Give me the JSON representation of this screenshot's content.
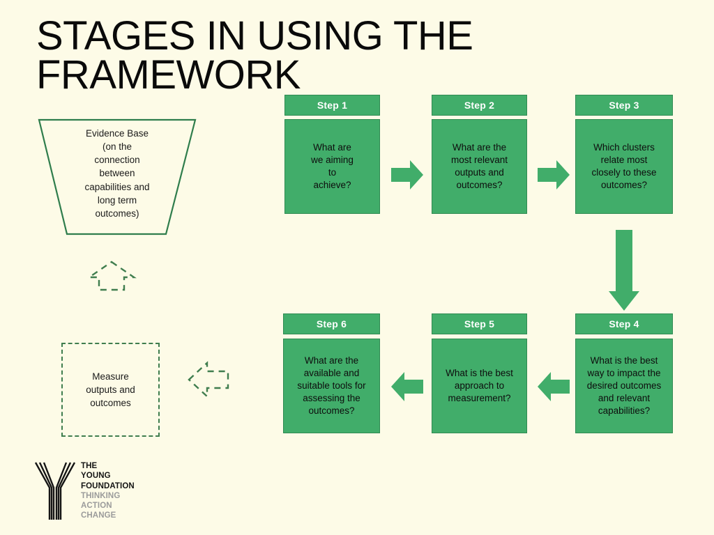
{
  "slide": {
    "title": "STAGES IN USING THE\nFRAMEWORK",
    "background_color": "#fdfbe7",
    "accent_green": "#41ad6a",
    "outline_green": "#2f8a52",
    "dashed_green": "#3f7d4e"
  },
  "evidence_base": {
    "text": "Evidence Base\n(on the\nconnection\nbetween\ncapabilities and\nlong term\noutcomes)"
  },
  "measure_box": {
    "text": "Measure\noutputs and\noutcomes"
  },
  "steps": [
    {
      "header": "Step 1",
      "body": "What are\nwe aiming\nto\nachieve?"
    },
    {
      "header": "Step 2",
      "body": "What are the\nmost relevant\noutputs and\noutcomes?"
    },
    {
      "header": "Step 3",
      "body": "Which clusters\nrelate most\nclosely to these\noutcomes?"
    },
    {
      "header": "Step 4",
      "body": "What is the best\nway to impact the\ndesired outcomes\nand relevant\ncapabilities?"
    },
    {
      "header": "Step 5",
      "body": "What is the best\napproach to\nmeasurement?"
    },
    {
      "header": "Step 6",
      "body": "What are the\navailable and\nsuitable tools for\nassessing the\noutcomes?"
    }
  ],
  "arrows": [
    {
      "name": "arrow-step1-to-step2",
      "direction": "right"
    },
    {
      "name": "arrow-step2-to-step3",
      "direction": "right"
    },
    {
      "name": "arrow-step3-to-step4",
      "direction": "down"
    },
    {
      "name": "arrow-step4-to-step5",
      "direction": "left"
    },
    {
      "name": "arrow-step5-to-step6",
      "direction": "left"
    },
    {
      "name": "dashed-arrow-up",
      "direction": "up"
    },
    {
      "name": "dashed-arrow-left",
      "direction": "left"
    }
  ],
  "logo": {
    "line1": "THE",
    "line2": "YOUNG",
    "line3": "FOUNDATION",
    "line4": "THINKING",
    "line5": "ACTION",
    "line6": "CHANGE",
    "dark_color": "#141414",
    "grey_color": "#9b9b9b"
  }
}
